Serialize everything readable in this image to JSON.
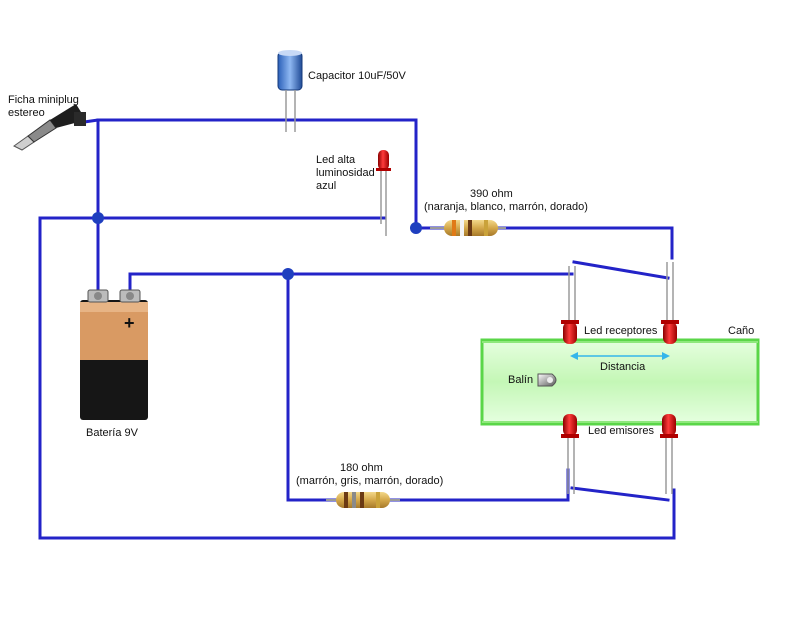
{
  "colors": {
    "wire": "#2323c8",
    "junction": "#1f3fbf",
    "pipe_fill": "#b9f5a8",
    "pipe_glow": "#5ad648",
    "led_red": "#d81414",
    "distance_arrow": "#35b6ea",
    "battery_copper": "#d99a63",
    "battery_black": "#161616",
    "resistor_body": "#d8b04e"
  },
  "labels": {
    "plug_line1": "Ficha miniplug",
    "plug_line2": "estereo",
    "capacitor": "Capacitor 10uF/50V",
    "led_line1": "Led alta",
    "led_line2": "luminosidad",
    "led_line3": "azul",
    "r390_line1": "390 ohm",
    "r390_line2": "(naranja, blanco, marrón, dorado)",
    "battery_symbol": "+",
    "battery": "Batería 9V",
    "pipe": "Caño",
    "receivers": "Led receptores",
    "distance": "Distancia",
    "ball": "Balín",
    "emitters": "Led emisores",
    "r180_line1": "180 ohm",
    "r180_line2": "(marrón, gris, marrón, dorado)"
  },
  "icons": {
    "plug": "miniplug-jack-icon",
    "capacitor": "electrolytic-capacitor-icon",
    "led": "led-icon",
    "battery": "9v-battery-icon",
    "resistor": "resistor-icon",
    "ball": "ball-bearing-icon"
  }
}
